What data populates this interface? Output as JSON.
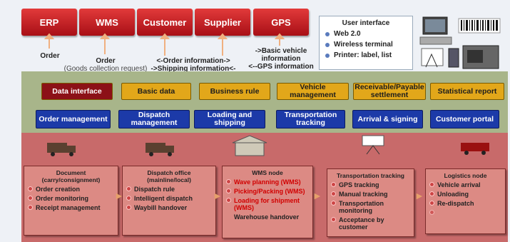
{
  "systems": [
    "ERP",
    "WMS",
    "Customer",
    "Supplier",
    "GPS"
  ],
  "flows": [
    {
      "main": "Order",
      "sub": ""
    },
    {
      "main": "Order",
      "sub": "(Goods collection request)"
    },
    {
      "main": "<-Order information->",
      "sub": "->Shipping information<-"
    },
    {
      "main": "->Basic vehicle information",
      "sub": "<--GPS information"
    }
  ],
  "user_interface": {
    "title": "User interface",
    "items": [
      "Web 2.0",
      "Wireless terminal",
      "Printer: label, list"
    ]
  },
  "row1": [
    "Data interface",
    "Basic data",
    "Business rule",
    "Vehicle management",
    "Receivable/Payable settlement",
    "Statistical report"
  ],
  "row2": [
    "Order management",
    "Dispatch management",
    "Loading and shipping",
    "Transportation tracking",
    "Arrival & signing",
    "Customer portal"
  ],
  "nodes": [
    {
      "title": "Document (carry/consignment)",
      "items": [
        "Order creation",
        "Order monitoring",
        "Receipt management"
      ]
    },
    {
      "title": "Dispatch office (mainline/local)",
      "items": [
        "Dispatch rule",
        "Intelligent dispatch",
        "Waybill handover"
      ]
    },
    {
      "title": "WMS node",
      "items": [
        "Wave planning (WMS)",
        "Picking/Packing (WMS)",
        "Loading for shipment (WMS)",
        "Warehouse handover"
      ]
    },
    {
      "title": "Transportation tracking",
      "items": [
        "GPS tracking",
        "Manual tracking",
        "Transportation monitoring",
        "Acceptance by customer"
      ]
    },
    {
      "title": "Logistics node",
      "items": [
        "Vehicle arrival",
        "Unloading",
        "Re-dispatch"
      ]
    }
  ],
  "colors": {
    "system_red": "#c01820",
    "gold": "#e2a71a",
    "blue": "#1c3aa8",
    "dark_red": "#8c1117",
    "highlight_red": "#d10000"
  }
}
